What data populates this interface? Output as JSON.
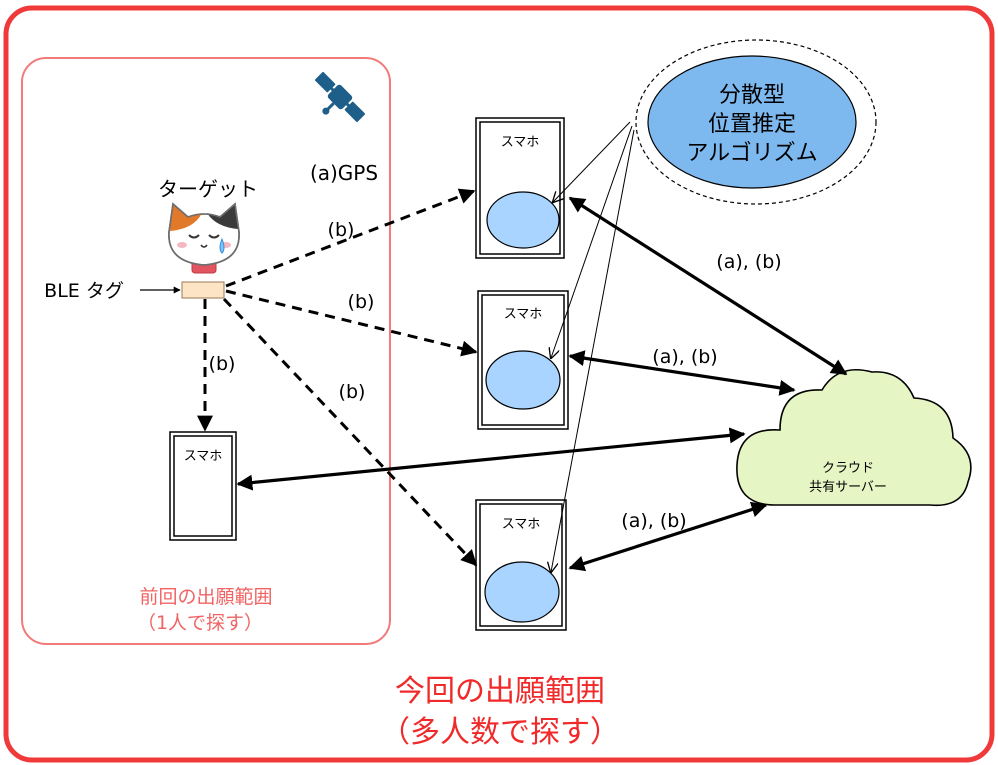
{
  "colors": {
    "outer_border": "#f03a3a",
    "inner_border": "#f27a7a",
    "phone_fill": "#a8d4ff",
    "algo_fill": "#7db9ef",
    "cloud_fill": "#e6f5c4",
    "tag_fill": "#fde4c4",
    "satellite": "#1e5f8a",
    "caption_inner": "#f06464",
    "caption_outer": "#f02a2a"
  },
  "labels": {
    "target": "ターゲット",
    "ble_tag": "BLE タグ",
    "gps": "(a)GPS",
    "b1": "(b)",
    "b2": "(b)",
    "b3": "(b)",
    "b4": "(b)",
    "ab1": "(a), (b)",
    "ab2": "(a), (b)",
    "ab3": "(a), (b)",
    "phone1": "スマホ",
    "phone2": "スマホ",
    "phone3": "スマホ",
    "phone4": "スマホ",
    "algo_line1": "分散型",
    "algo_line2": "位置推定",
    "algo_line3": "アルゴリズム",
    "cloud_line1": "クラウド",
    "cloud_line2": "共有サーバー",
    "prev_line1": "前回の出願範囲",
    "prev_line2": "（1人で探す）",
    "curr_line1": "今回の出願範囲",
    "curr_line2": "（多人数で探す）"
  },
  "icons": {
    "satellite": "satellite-icon",
    "cat": "cat-face-icon"
  }
}
